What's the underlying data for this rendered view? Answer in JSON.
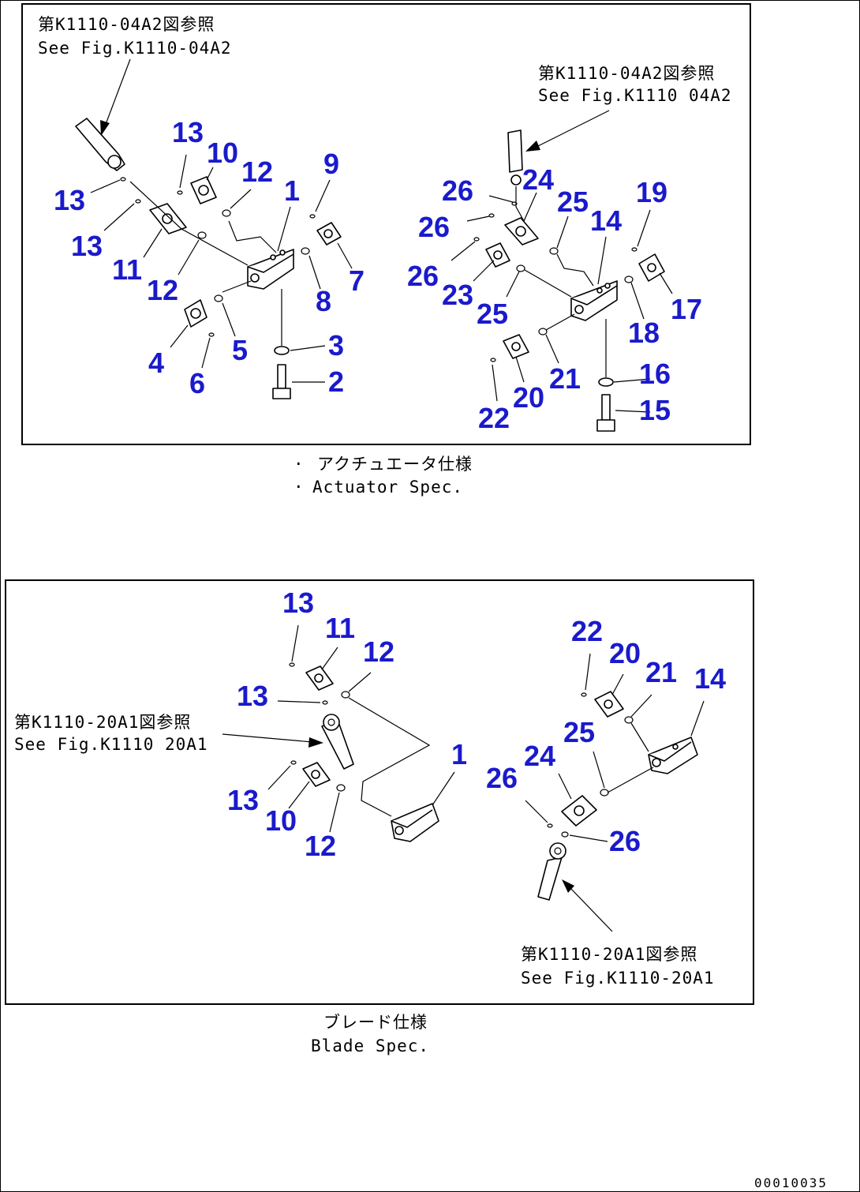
{
  "top_panel": {
    "ref_left_jp": "第K1110-04A2図参照",
    "ref_left_en": "See Fig.K1110-04A2",
    "ref_right_jp": "第K1110-04A2図参照",
    "ref_right_en": "See Fig.K1110 04A2",
    "caption_jp": "アクチュエータ仕様",
    "caption_en": "Actuator Spec.",
    "labels": {
      "l13a": "13",
      "l10": "10",
      "l12a": "12",
      "l9": "9",
      "l1": "1",
      "l13b": "13",
      "l13c": "13",
      "l11": "11",
      "l12b": "12",
      "l7": "7",
      "l8": "8",
      "l4": "4",
      "l5": "5",
      "l6": "6",
      "l3": "3",
      "l2": "2",
      "l26a": "26",
      "l24": "24",
      "l25a": "25",
      "l19": "19",
      "l14": "14",
      "l26b": "26",
      "l26c": "26",
      "l23": "23",
      "l25b": "25",
      "l17": "17",
      "l18": "18",
      "l21": "21",
      "l16": "16",
      "l20": "20",
      "l22": "22",
      "l15": "15"
    }
  },
  "bottom_panel": {
    "ref_left_jp": "第K1110-20A1図参照",
    "ref_left_en": "See Fig.K1110 20A1",
    "ref_right_jp": "第K1110-20A1図参照",
    "ref_right_en": "See Fig.K1110-20A1",
    "caption_jp": "ブレード仕様",
    "caption_en": "Blade Spec.",
    "labels": {
      "l13a": "13",
      "l11": "11",
      "l12a": "12",
      "l13b": "13",
      "l1": "1",
      "l13c": "13",
      "l10": "10",
      "l12b": "12",
      "l22": "22",
      "l20": "20",
      "l21": "21",
      "l14": "14",
      "l25": "25",
      "l24": "24",
      "l26a": "26",
      "l26b": "26"
    }
  },
  "figure_code": "00010035"
}
